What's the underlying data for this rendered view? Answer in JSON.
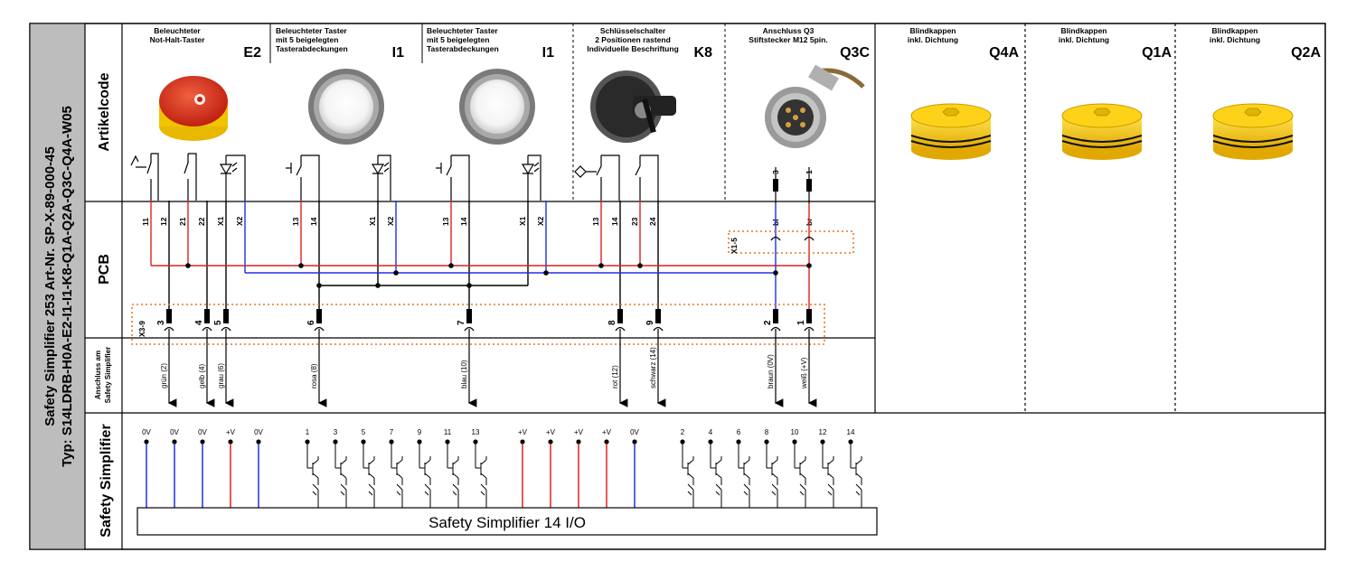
{
  "title": {
    "line1": "Safety Simplifier  253 Art-Nr. SP-X-89-000-45",
    "line2": "Typ: S14LDRB-H0A-E2-I1-I1-K8-Q1A-Q2A-Q3C-Q4A-W05"
  },
  "rows": {
    "artikelcode": "Artikelcode",
    "pcb": "PCB",
    "anschluss": "Anschluss am Safety Simplifier",
    "simplifier": "Safety Simplifier"
  },
  "columns": [
    {
      "line1": "Beleuchteter",
      "line2": "Not-Halt-Taster",
      "line3": "",
      "code": "E2"
    },
    {
      "line1": "Beleuchteter Taster",
      "line2": "mit 5 beigelegten",
      "line3": "Tasterabdeckungen",
      "code": "I1"
    },
    {
      "line1": "Beleuchteter Taster",
      "line2": "mit 5 beigelegten",
      "line3": "Tasterabdeckungen",
      "code": "I1"
    },
    {
      "line1": "Schlüsselschalter",
      "line2": "2 Positionen rastend",
      "line3": "Individuelle Beschriftung",
      "code": "K8"
    },
    {
      "line1": "Anschluss Q3",
      "line2": "Stiftstecker M12 5pin.",
      "line3": "",
      "code": "Q3C"
    },
    {
      "line1": "Blindkappen",
      "line2": "inkl. Dichtung",
      "line3": "",
      "code": "Q4A"
    },
    {
      "line1": "Blindkappen",
      "line2": "inkl. Dichtung",
      "line3": "",
      "code": "Q1A"
    },
    {
      "line1": "Blindkappen",
      "line2": "inkl. Dichtung",
      "line3": "",
      "code": "Q2A"
    }
  ],
  "terminals": {
    "e2": [
      "11",
      "12",
      "21",
      "22",
      "X1",
      "X2"
    ],
    "i1a": [
      "13",
      "14",
      "X1",
      "X2"
    ],
    "i1b": [
      "13",
      "14",
      "X1",
      "X2"
    ],
    "k8": [
      "13",
      "14",
      "23",
      "24"
    ],
    "q3c_pins": [
      "3",
      "1"
    ],
    "q3c_wires": [
      "bl",
      "br"
    ],
    "x1_label": "X1-5",
    "x3_label": "X3-9",
    "x3_pins": [
      "3",
      "4",
      "5",
      "6",
      "7",
      "8",
      "9",
      "2",
      "1"
    ]
  },
  "wires": [
    "grün (2)",
    "gelb (4)",
    "grau (6)",
    "rosa (8)",
    "blau (10)",
    "rot (12)",
    "schwarz (14)",
    "braun (0V)",
    "weiß (+V)"
  ],
  "io": {
    "group1": [
      "0V",
      "0V",
      "0V",
      "+V",
      "0V"
    ],
    "group2": [
      "1",
      "3",
      "5",
      "7",
      "9",
      "11",
      "13"
    ],
    "group3": [
      "+V",
      "+V",
      "+V",
      "+V",
      "0V"
    ],
    "group4": [
      "2",
      "4",
      "6",
      "8",
      "10",
      "12",
      "14"
    ],
    "box_label": "Safety Simplifier 14 I/O"
  },
  "colors": {
    "red": "#e02020",
    "blue": "#2030e0",
    "orange": "#e87722",
    "yellow": "#f2c300",
    "title_bg": "#bdbdbd"
  }
}
